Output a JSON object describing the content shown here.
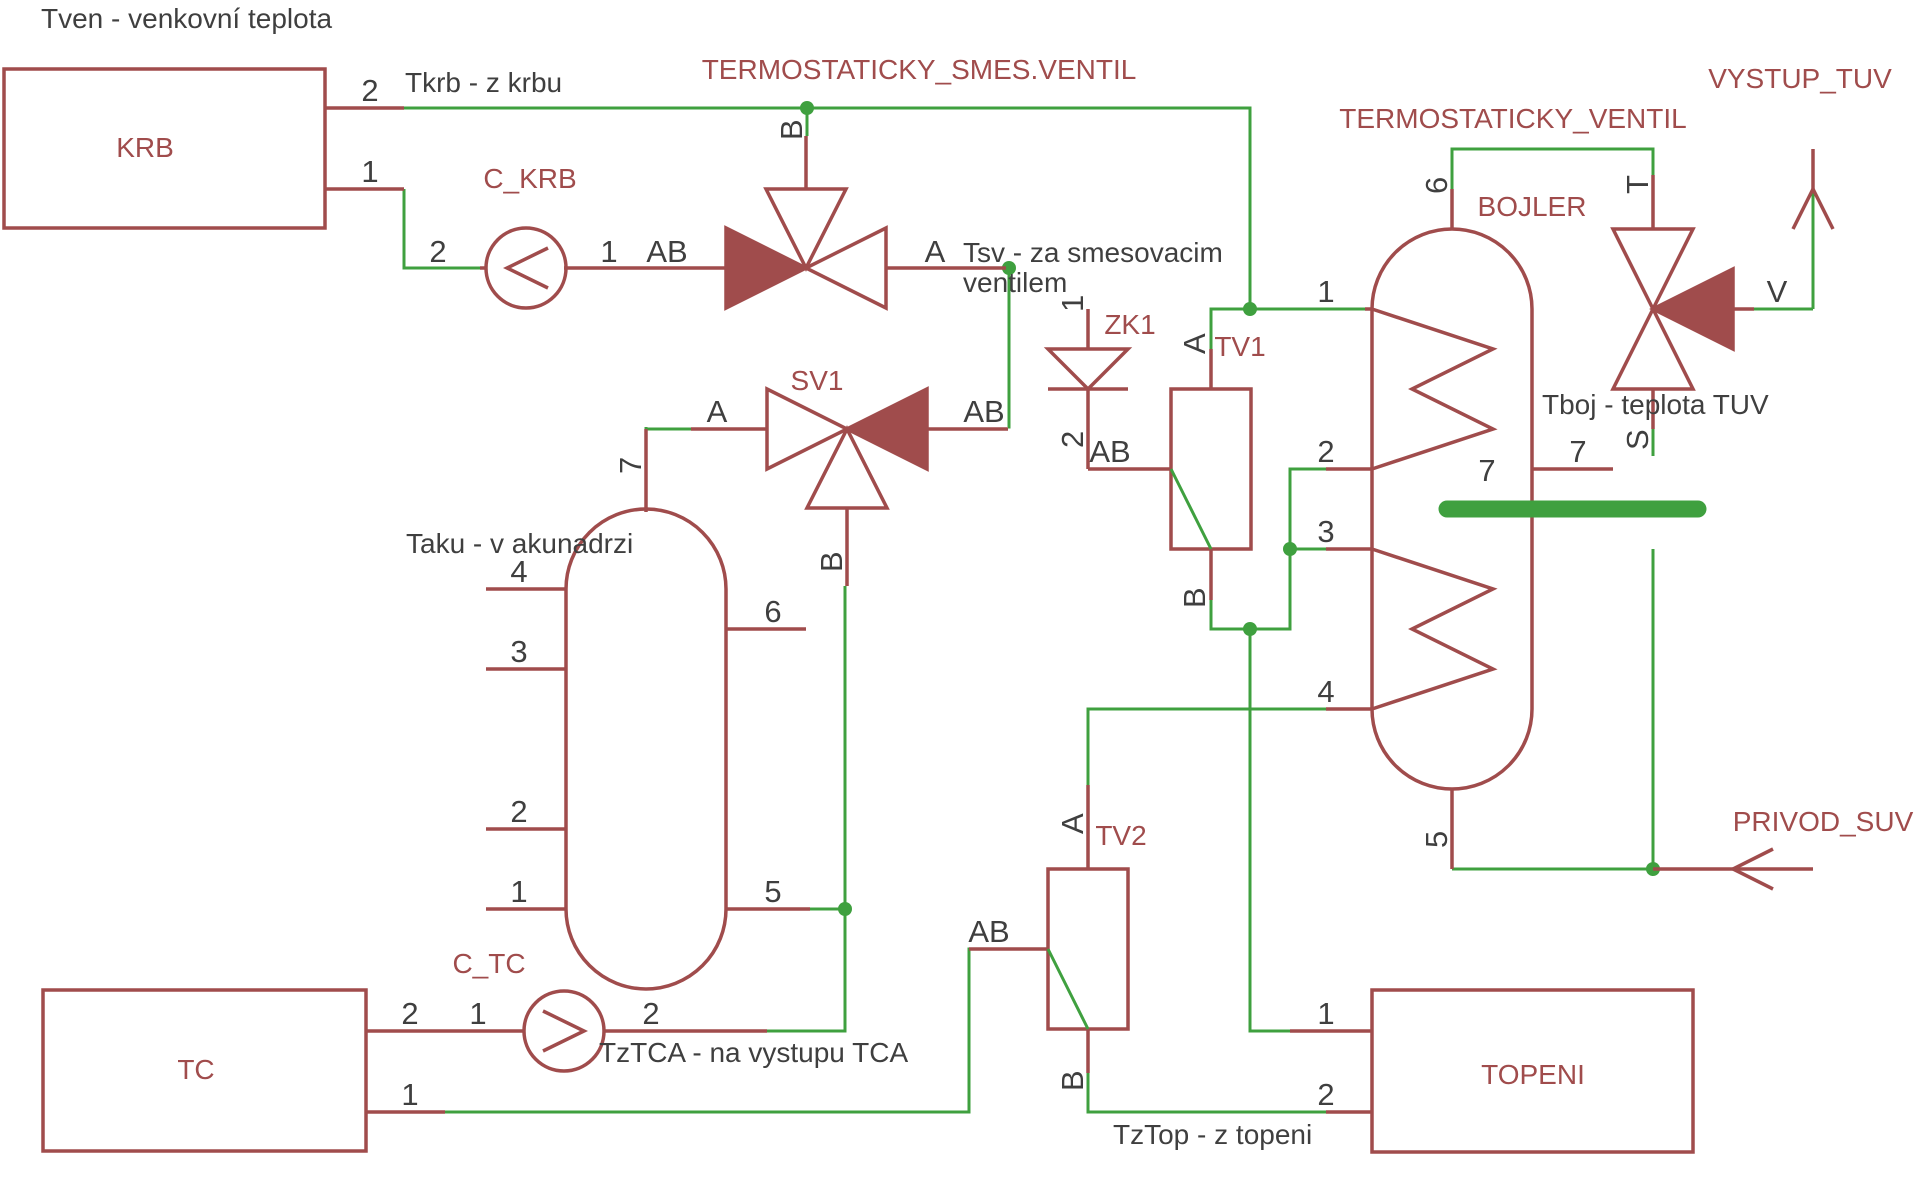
{
  "net_labels": {
    "tven": "Tven - venkovní teplota",
    "tkrb": "Tkrb - z krbu",
    "tsv_1": "Tsv - za smesovacim",
    "tsv_2": "ventilem",
    "taku": "Taku - v akunadrzi",
    "tztca": "TzTCA - na vystupu TCA",
    "tboj": "Tboj - teplota TUV",
    "tztop": "TzTop - z topeni"
  },
  "components": {
    "krb": {
      "name": "KRB",
      "pins": [
        "2",
        "1"
      ]
    },
    "tc": {
      "name": "TC",
      "pins": [
        "2",
        "1"
      ]
    },
    "topeni": {
      "name": "TOPENI",
      "pins": [
        "1",
        "2"
      ]
    },
    "c_krb": {
      "name": "C_KRB",
      "pins": [
        "2",
        "1"
      ]
    },
    "c_tc": {
      "name": "C_TC",
      "pins": [
        "1",
        "2"
      ]
    },
    "smes_ventil": {
      "name": "TERMOSTATICKY_SMES.VENTIL",
      "pins": [
        "AB",
        "A",
        "B"
      ]
    },
    "sv1": {
      "name": "SV1",
      "pins": [
        "A",
        "AB",
        "B"
      ]
    },
    "zk1": {
      "name": "ZK1",
      "pins": [
        "1",
        "2"
      ]
    },
    "tv1": {
      "name": "TV1",
      "pins": [
        "A",
        "AB",
        "B"
      ]
    },
    "tv2": {
      "name": "TV2",
      "pins": [
        "A",
        "AB",
        "B"
      ]
    },
    "bojler": {
      "name": "BOJLER",
      "pins": [
        "6",
        "1",
        "2",
        "7",
        "7",
        "3",
        "4",
        "5"
      ]
    },
    "termo_ventil": {
      "name": "TERMOSTATICKY_VENTIL",
      "pins": [
        "T",
        "V",
        "S"
      ]
    },
    "akunadrz": {
      "pins": [
        "7",
        "4",
        "3",
        "2",
        "1",
        "6",
        "5"
      ]
    },
    "vystup_tuv": {
      "name": "VYSTUP_TUV"
    },
    "privod_suv": {
      "name": "PRIVOD_SUV"
    }
  }
}
